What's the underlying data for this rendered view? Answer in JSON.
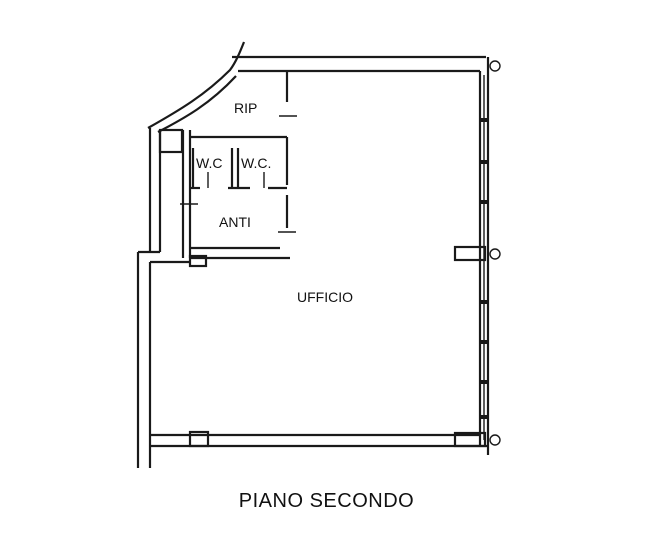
{
  "rooms": {
    "rip": "RIP",
    "wc1": "W.C",
    "wc2": "W.C.",
    "anti": "ANTI",
    "ufficio": "UFFICIO"
  },
  "caption": "PIANO SECONDO",
  "colors": {
    "line": "#1a1a1a",
    "background": "#ffffff"
  }
}
